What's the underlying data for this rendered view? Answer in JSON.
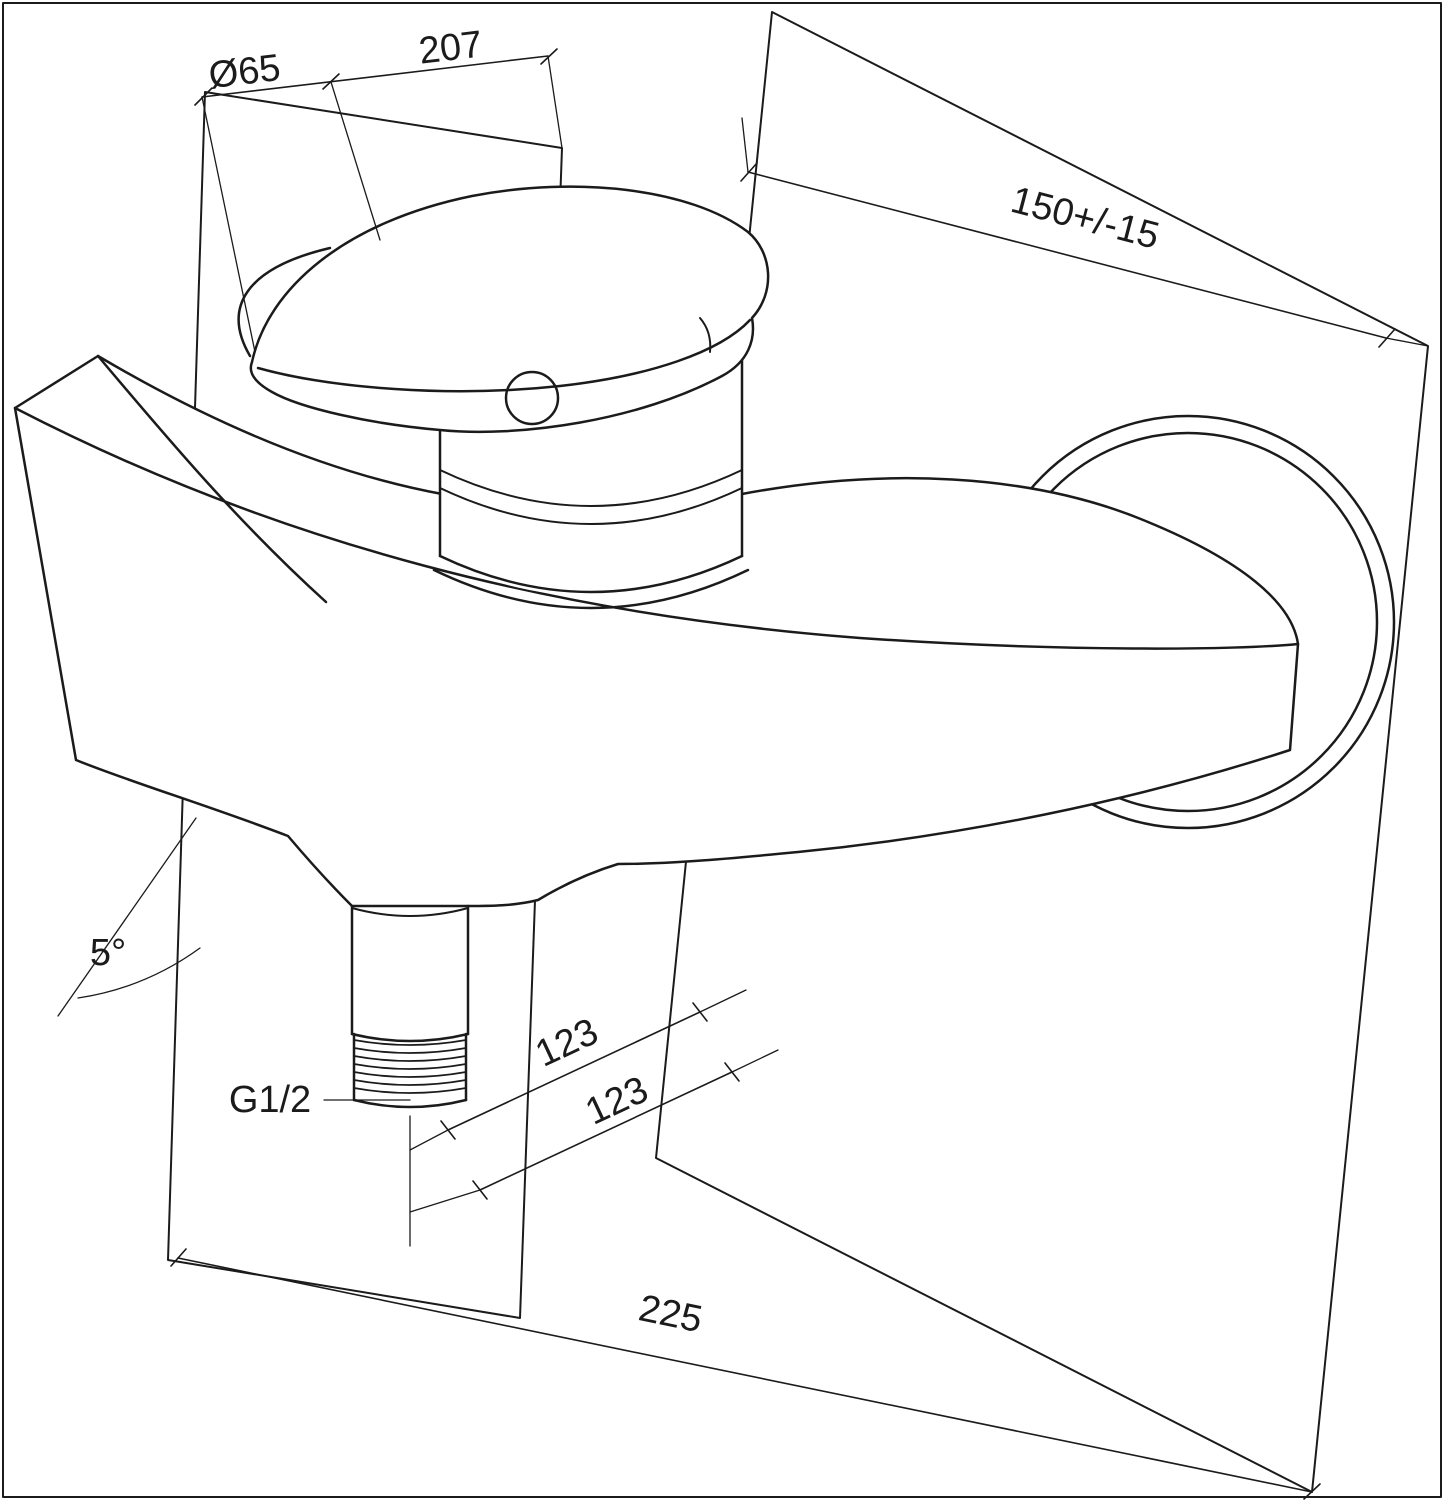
{
  "page": {
    "background": "#ffffff",
    "line_color": "#1b1b1b",
    "kind": "technical dimension drawing of wall-mounted single-lever bath mixer"
  },
  "labels": {
    "diameter_65": "Ø65",
    "length_207": "207",
    "offset_150": "150+/-15",
    "angle_5": "5°",
    "thread_g12": "G1/2",
    "depth_123_a": "123",
    "depth_123_b": "123",
    "width_225": "225"
  }
}
